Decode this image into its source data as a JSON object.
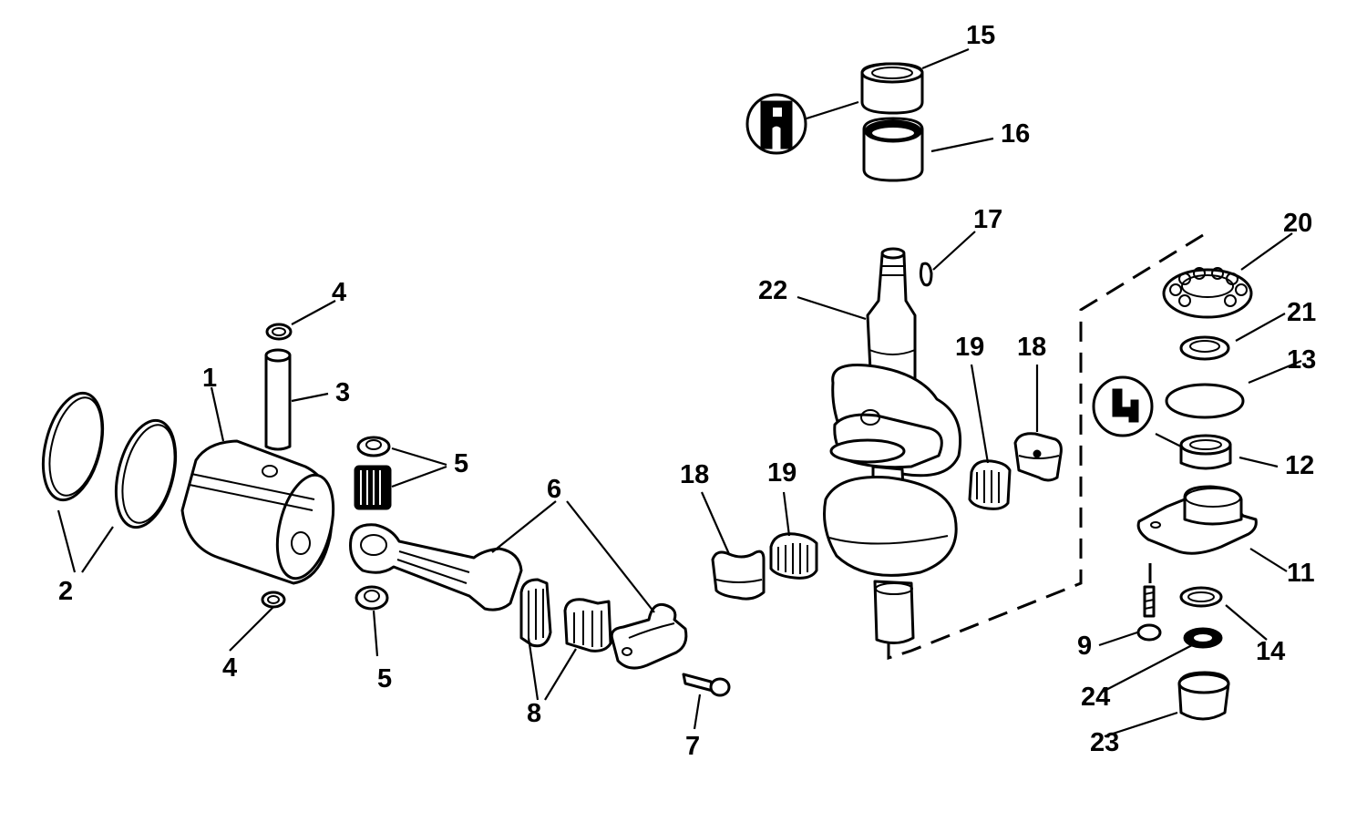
{
  "callouts": [
    {
      "id": "c1",
      "label": "1"
    },
    {
      "id": "c2",
      "label": "2"
    },
    {
      "id": "c3",
      "label": "3"
    },
    {
      "id": "c4a",
      "label": "4"
    },
    {
      "id": "c4b",
      "label": "4"
    },
    {
      "id": "c5a",
      "label": "5"
    },
    {
      "id": "c5b",
      "label": "5"
    },
    {
      "id": "c6",
      "label": "6"
    },
    {
      "id": "c7",
      "label": "7"
    },
    {
      "id": "c8",
      "label": "8"
    },
    {
      "id": "c9",
      "label": "9"
    },
    {
      "id": "c11",
      "label": "11"
    },
    {
      "id": "c12",
      "label": "12"
    },
    {
      "id": "c13",
      "label": "13"
    },
    {
      "id": "c14",
      "label": "14"
    },
    {
      "id": "c15",
      "label": "15"
    },
    {
      "id": "c16",
      "label": "16"
    },
    {
      "id": "c17",
      "label": "17"
    },
    {
      "id": "c18a",
      "label": "18"
    },
    {
      "id": "c18b",
      "label": "18"
    },
    {
      "id": "c19a",
      "label": "19"
    },
    {
      "id": "c19b",
      "label": "19"
    },
    {
      "id": "c20",
      "label": "20"
    },
    {
      "id": "c21",
      "label": "21"
    },
    {
      "id": "c22",
      "label": "22"
    },
    {
      "id": "c23",
      "label": "23"
    },
    {
      "id": "c24",
      "label": "24"
    }
  ]
}
